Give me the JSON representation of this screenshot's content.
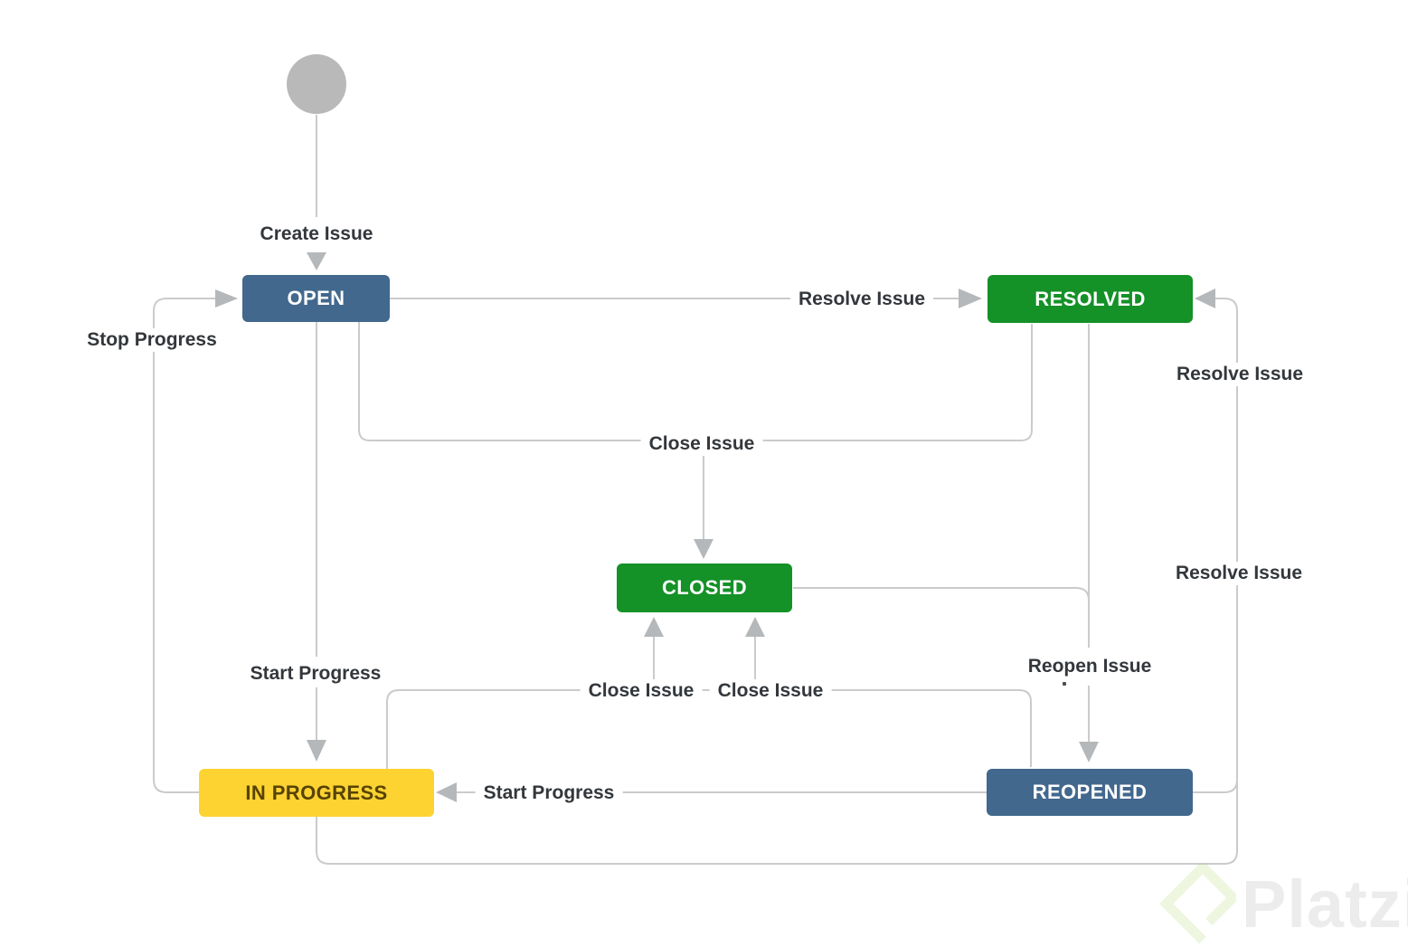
{
  "diagram": {
    "type": "state-workflow",
    "nodes": {
      "start": {
        "label": "",
        "shape": "circle",
        "color": "#b9b9b9"
      },
      "open": {
        "label": "OPEN",
        "color": "#42688d",
        "text_color": "#ffffff"
      },
      "resolved": {
        "label": "RESOLVED",
        "color": "#149127",
        "text_color": "#ffffff"
      },
      "closed": {
        "label": "CLOSED",
        "color": "#149127",
        "text_color": "#ffffff"
      },
      "in_progress": {
        "label": "IN PROGRESS",
        "color": "#fdd332",
        "text_color": "#574303"
      },
      "reopened": {
        "label": "REOPENED",
        "color": "#42688d",
        "text_color": "#ffffff"
      }
    },
    "edge_labels": {
      "create_issue": "Create Issue",
      "resolve_open_to_resolved": "Resolve Issue",
      "stop_progress": "Stop Progress",
      "close_issue_merged": "Close Issue",
      "resolve_right_upper": "Resolve Issue",
      "resolve_right_lower": "Resolve Issue",
      "reopen_issue": "Reopen Issue",
      "start_progress_from_open": "Start Progress",
      "close_from_in_progress": "Close Issue",
      "close_from_reopened": "Close Issue",
      "start_progress_from_reopened": "Start Progress"
    },
    "transitions": [
      {
        "from": "start",
        "to": "open",
        "label": "Create Issue"
      },
      {
        "from": "open",
        "to": "resolved",
        "label": "Resolve Issue"
      },
      {
        "from": "open",
        "to": "closed",
        "label": "Close Issue"
      },
      {
        "from": "resolved",
        "to": "closed",
        "label": "Close Issue"
      },
      {
        "from": "open",
        "to": "in_progress",
        "label": "Start Progress"
      },
      {
        "from": "in_progress",
        "to": "open",
        "label": "Stop Progress"
      },
      {
        "from": "in_progress",
        "to": "closed",
        "label": "Close Issue"
      },
      {
        "from": "reopened",
        "to": "closed",
        "label": "Close Issue"
      },
      {
        "from": "resolved",
        "to": "reopened",
        "label": "Reopen Issue"
      },
      {
        "from": "closed",
        "to": "reopened",
        "label": "Reopen Issue"
      },
      {
        "from": "reopened",
        "to": "in_progress",
        "label": "Start Progress"
      },
      {
        "from": "in_progress",
        "to": "resolved",
        "label": "Resolve Issue"
      },
      {
        "from": "reopened",
        "to": "resolved",
        "label": "Resolve Issue"
      }
    ],
    "line_color": "#cbcbcb",
    "arrow_color": "#b5b8ba"
  },
  "watermark": {
    "brand": "Platzi",
    "icon": "platzi-chevron-icon",
    "icon_color": "#98ca3f"
  }
}
